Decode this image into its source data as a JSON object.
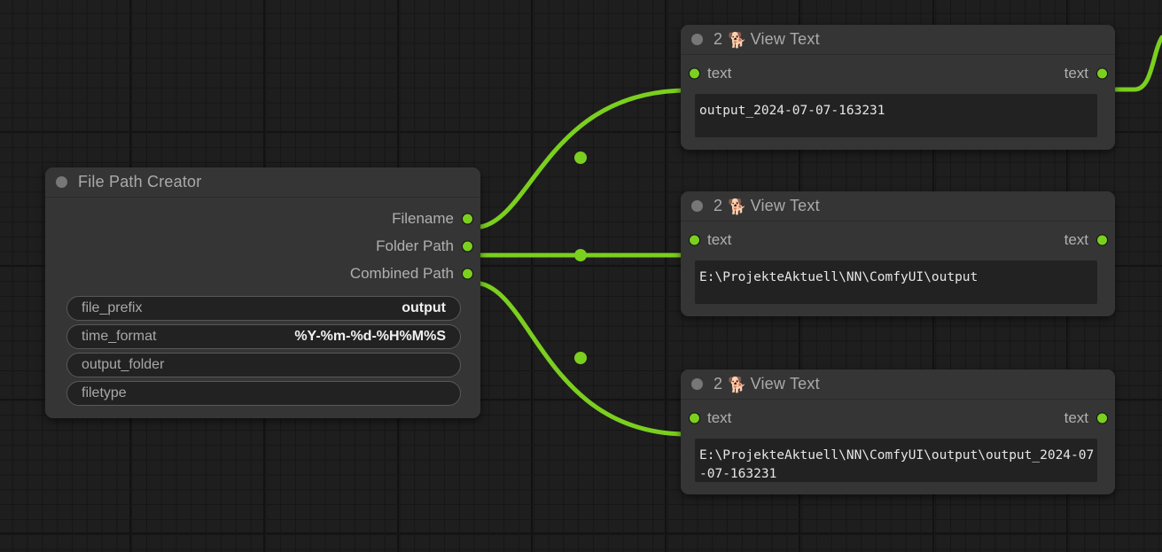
{
  "canvas": {
    "background_color": "#1e1e1e",
    "grid_line_color": "#161616",
    "grid_major_color": "#121212",
    "link_color": "#7bcf1f",
    "node_background": "#353535",
    "widget_background": "#222222"
  },
  "nodes": [
    {
      "id": "file-path-creator",
      "title": "File Path Creator",
      "badge": "",
      "emoji": "",
      "collapse_dot_color": "#777777",
      "outputs": [
        {
          "label": "Filename"
        },
        {
          "label": "Folder Path"
        },
        {
          "label": "Combined Path"
        }
      ],
      "inputs": [],
      "widgets": [
        {
          "name": "file_prefix",
          "value": "output"
        },
        {
          "name": "time_format",
          "value": "%Y-%m-%d-%H%M%S"
        },
        {
          "name": "output_folder",
          "value": ""
        },
        {
          "name": "filetype",
          "value": ""
        }
      ]
    },
    {
      "id": "view-text-1",
      "badge": "2",
      "emoji": "🐕",
      "title": "View Text",
      "collapse_dot_color": "#777777",
      "inputs": [
        {
          "label": "text"
        }
      ],
      "outputs": [
        {
          "label": "text"
        }
      ],
      "display_text": "output_2024-07-07-163231"
    },
    {
      "id": "view-text-2",
      "badge": "2",
      "emoji": "🐕",
      "title": "View Text",
      "collapse_dot_color": "#777777",
      "inputs": [
        {
          "label": "text"
        }
      ],
      "outputs": [
        {
          "label": "text"
        }
      ],
      "display_text": "E:\\ProjekteAktuell\\NN\\ComfyUI\\output"
    },
    {
      "id": "view-text-3",
      "badge": "2",
      "emoji": "🐕",
      "title": "View Text",
      "collapse_dot_color": "#777777",
      "inputs": [
        {
          "label": "text"
        }
      ],
      "outputs": [
        {
          "label": "text"
        }
      ],
      "display_text": "E:\\ProjekteAktuell\\NN\\ComfyUI\\output\\output_2024-07-07-163231"
    }
  ],
  "links": [
    {
      "from": "Filename",
      "to": "view-text-1.text"
    },
    {
      "from": "Folder Path",
      "to": "view-text-2.text"
    },
    {
      "from": "Combined Path",
      "to": "view-text-3.text"
    },
    {
      "from": "view-text-1.text-out",
      "to": "offscreen"
    }
  ]
}
